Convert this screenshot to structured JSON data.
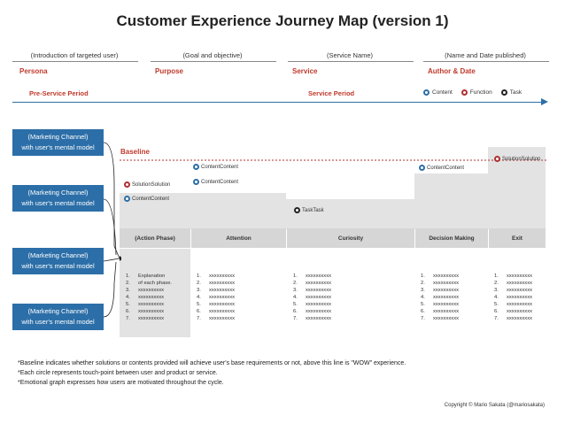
{
  "title": "Customer Experience Journey Map (version 1)",
  "header": {
    "intro_label": "(Introduction of targeted user)",
    "goal_label": "(Goal and objective)",
    "service_name_label": "(Service Name)",
    "name_date_label": "(Name and Date published)",
    "persona": "Persona",
    "purpose": "Purpose",
    "service": "Service",
    "author_date": "Author & Date"
  },
  "periods": {
    "pre_service": "Pre-Service Period",
    "service": "Service Period"
  },
  "legend": {
    "content": "Content",
    "function": "Function",
    "task": "Task",
    "colors": {
      "content": "#2c6fa8",
      "function": "#b03030",
      "task": "#222222"
    }
  },
  "channels": [
    {
      "line1": "(Marketing Channel)",
      "line2": "with user's mental model"
    },
    {
      "line1": "(Marketing Channel)",
      "line2": "with user's mental model"
    },
    {
      "line1": "(Marketing Channel)",
      "line2": "with user's mental model"
    },
    {
      "line1": "(Marketing Channel)",
      "line2": "with user's mental model"
    }
  ],
  "baseline_label": "Baseline",
  "touchpoints": {
    "solution_1": "SolutionSolution",
    "content_1": "ContentContent",
    "content_2": "ContentContent",
    "content_3": "ContentContent",
    "task_1": "TaskTask",
    "content_4": "ContentContent",
    "solution_2": "SolutionSolution"
  },
  "phases": {
    "action": "(Action Phase)",
    "attention": "Attention",
    "curiosity": "Curiosity",
    "decision": "Decision Making",
    "exit": "Exit"
  },
  "lists": {
    "action": [
      "Explanation",
      "of each phase.",
      "xxxxxxxxxx",
      "xxxxxxxxxx",
      "xxxxxxxxxx",
      "xxxxxxxxxx",
      "xxxxxxxxxx"
    ],
    "attention": [
      "xxxxxxxxxx",
      "xxxxxxxxxx",
      "xxxxxxxxxx",
      "xxxxxxxxxx",
      "xxxxxxxxxx",
      "xxxxxxxxxx",
      "xxxxxxxxxx"
    ],
    "curiosity": [
      "xxxxxxxxxx",
      "xxxxxxxxxx",
      "xxxxxxxxxx",
      "xxxxxxxxxx",
      "xxxxxxxxxx",
      "xxxxxxxxxx",
      "xxxxxxxxxx"
    ],
    "decision": [
      "xxxxxxxxxx",
      "xxxxxxxxxx",
      "xxxxxxxxxx",
      "xxxxxxxxxx",
      "xxxxxxxxxx",
      "xxxxxxxxxx",
      "xxxxxxxxxx"
    ],
    "exit": [
      "xxxxxxxxxx",
      "xxxxxxxxxx",
      "xxxxxxxxxx",
      "xxxxxxxxxx",
      "xxxxxxxxxx",
      "xxxxxxxxxx",
      "xxxxxxxxxx"
    ]
  },
  "notes": [
    "*Baseline indicates whether solutions or contents provided will achieve user's base requirements or not, above this line is \"WOW\" experience.",
    "*Each circle represents touch-point between user and product or service.",
    "*Emotional graph expresses how users are motivated throughout the cycle."
  ],
  "copyright": "Copyright © Mario Sakata (@mariosakata)"
}
